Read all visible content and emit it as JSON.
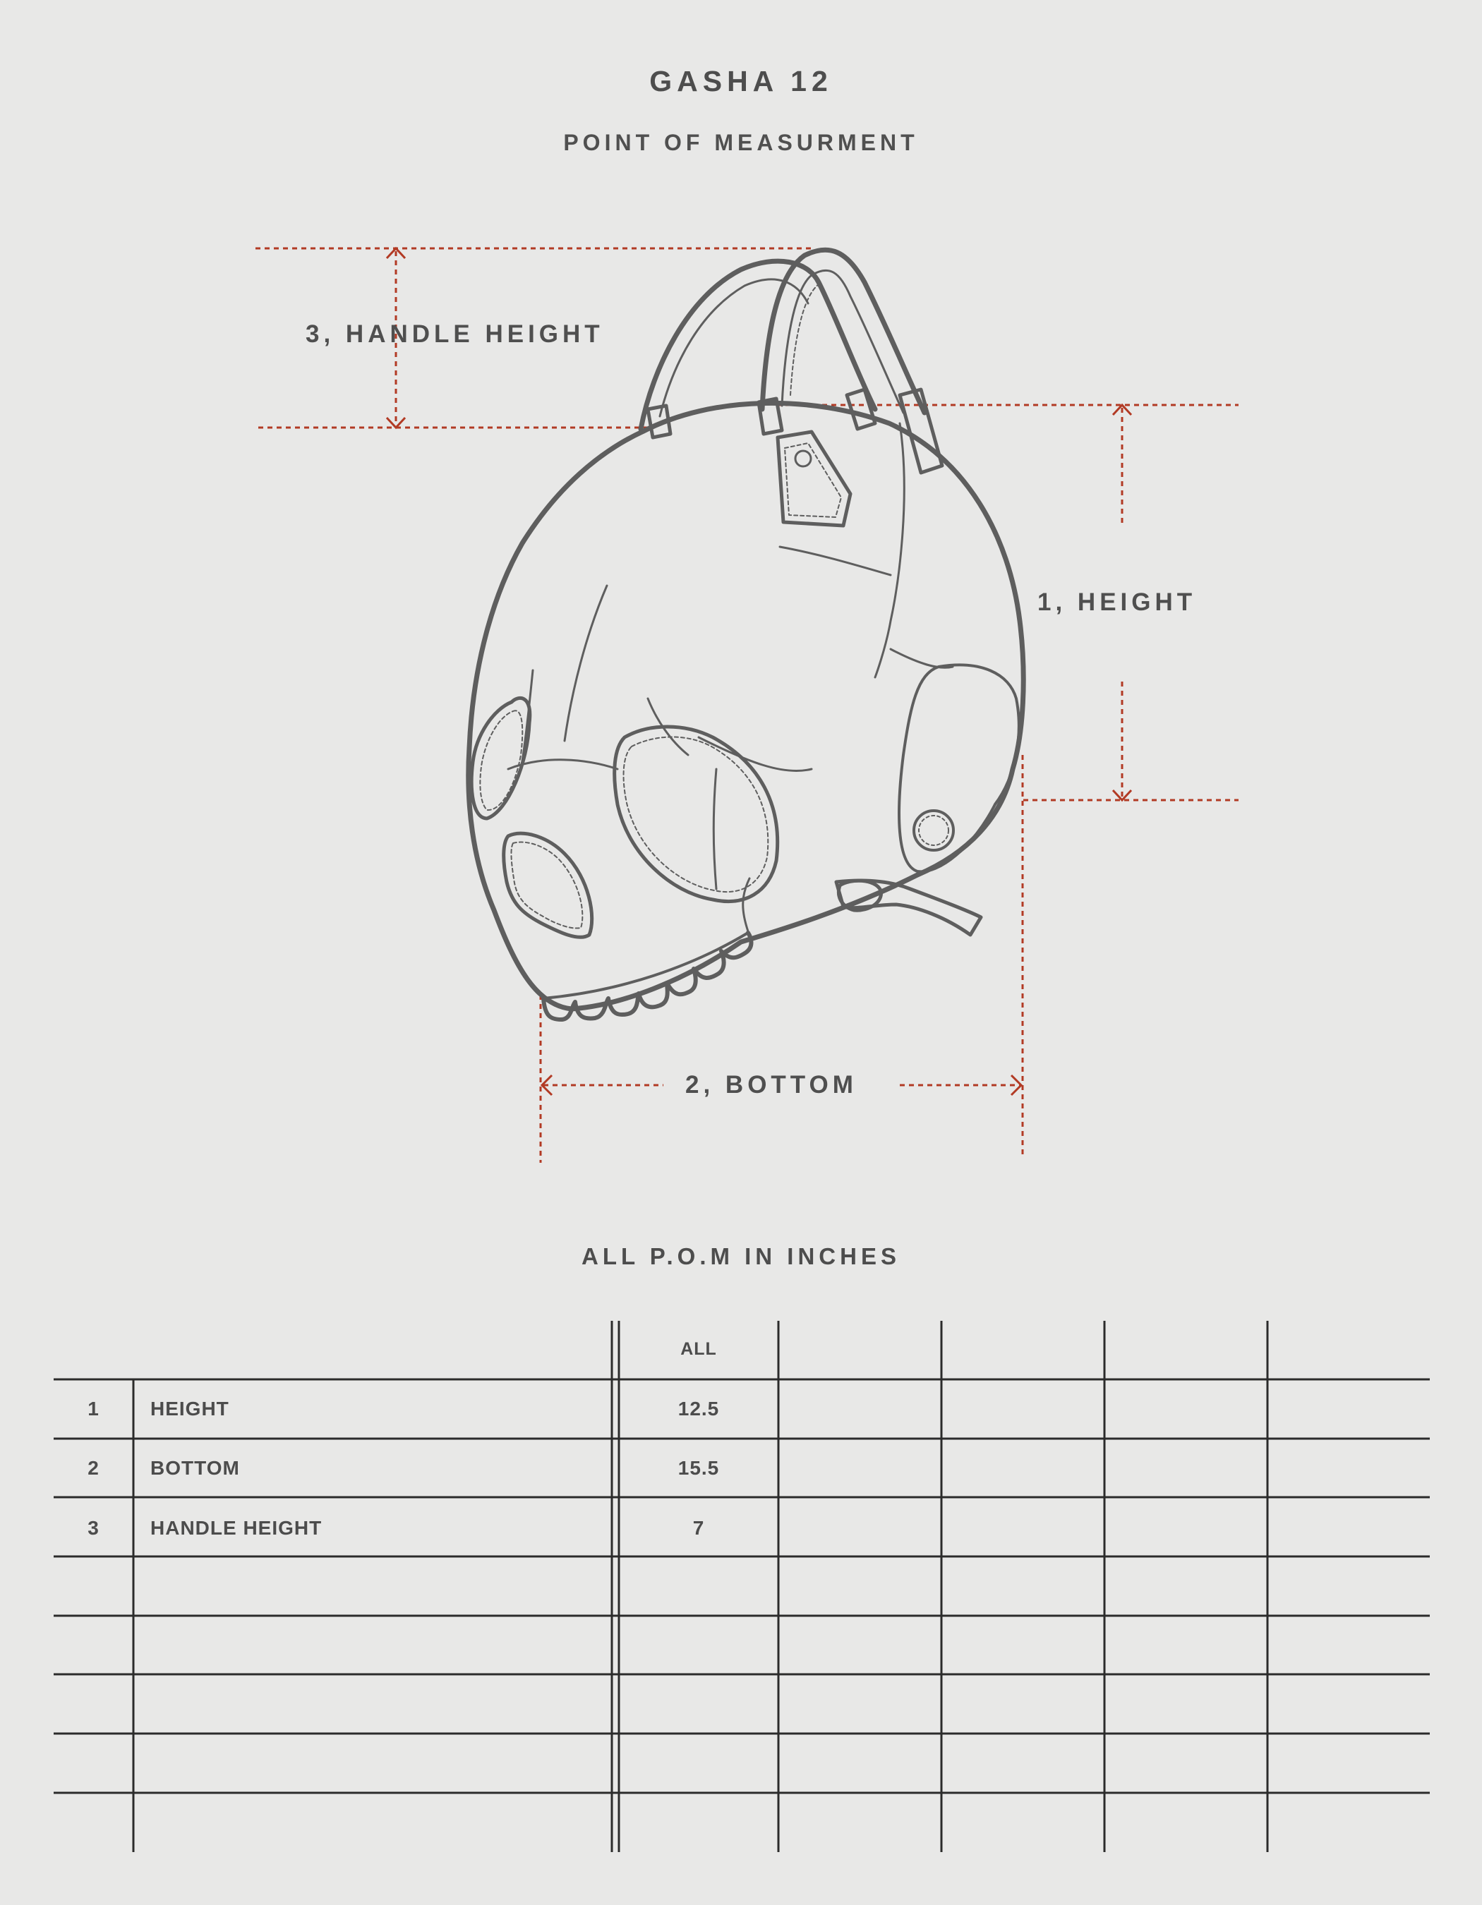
{
  "header": {
    "title": "GASHA 12",
    "subtitle": "POINT OF MEASURMENT"
  },
  "dimensions": {
    "handle_height": "3, HANDLE HEIGHT",
    "height": "1, HEIGHT",
    "bottom": "2, BOTTOM"
  },
  "colors": {
    "dimension_line": "#b23a24",
    "outline": "#5e5e5e",
    "background": "#e8e8e7",
    "table_line": "#2b2b2b"
  },
  "table": {
    "note": "ALL P.O.M IN INCHES",
    "column_header": "ALL",
    "rows": [
      {
        "num": "1",
        "name": "HEIGHT",
        "value": "12.5"
      },
      {
        "num": "2",
        "name": "BOTTOM",
        "value": "15.5"
      },
      {
        "num": "3",
        "name": "HANDLE HEIGHT",
        "value": "7"
      }
    ]
  }
}
